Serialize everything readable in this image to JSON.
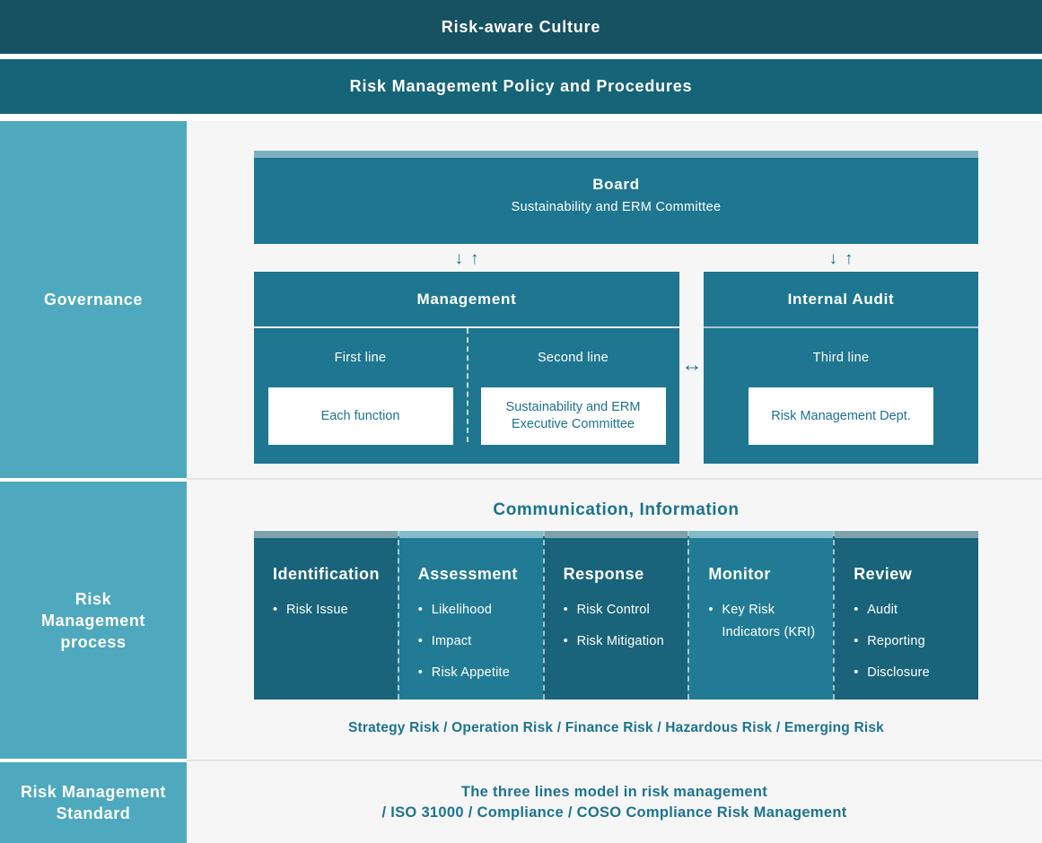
{
  "banners": {
    "culture": "Risk-aware Culture",
    "policy": "Risk Management Policy and Procedures"
  },
  "sidebar": {
    "governance": "Governance",
    "process": "Risk\nManagement\nprocess",
    "standard": "Risk Management\nStandard"
  },
  "governance": {
    "board": {
      "title": "Board",
      "subtitle": "Sustainability and ERM Committee"
    },
    "arrows": {
      "down": "↓",
      "up": "↑",
      "both": "↔"
    },
    "management": {
      "title": "Management",
      "first_line_label": "First line",
      "second_line_label": "Second line",
      "first_line_box": "Each function",
      "second_line_box": "Sustainability and ERM\nExecutive Committee"
    },
    "internal_audit": {
      "title": "Internal Audit",
      "third_line_label": "Third line",
      "third_line_box": "Risk Management Dept."
    }
  },
  "process": {
    "heading": "Communication, Information",
    "columns": [
      {
        "title": "Identification",
        "items": [
          "Risk Issue"
        ]
      },
      {
        "title": "Assessment",
        "items": [
          "Likelihood",
          "Impact",
          "Risk Appetite"
        ]
      },
      {
        "title": "Response",
        "items": [
          "Risk Control",
          "Risk Mitigation"
        ]
      },
      {
        "title": "Monitor",
        "items": [
          "Key Risk Indicators (KRI)"
        ]
      },
      {
        "title": "Review",
        "items": [
          "Audit",
          "Reporting",
          "Disclosure"
        ]
      }
    ],
    "risks_line": "Strategy Risk / Operation Risk / Finance Risk / Hazardous Risk / Emerging Risk"
  },
  "standard": {
    "text": "The three lines model in risk management\n/ ISO 31000 / Compliance / COSO Compliance Risk Management"
  },
  "colors": {
    "culture_bar": "#175263",
    "policy_bar": "#166478",
    "sidebar": "#4ea9be",
    "box_teal": "#1e7690",
    "column_dark": "#19647a",
    "column_light": "#217b94",
    "accent_text": "#1d7390",
    "board_strip": "#7db0bf",
    "main_background": "#f6f6f6"
  }
}
